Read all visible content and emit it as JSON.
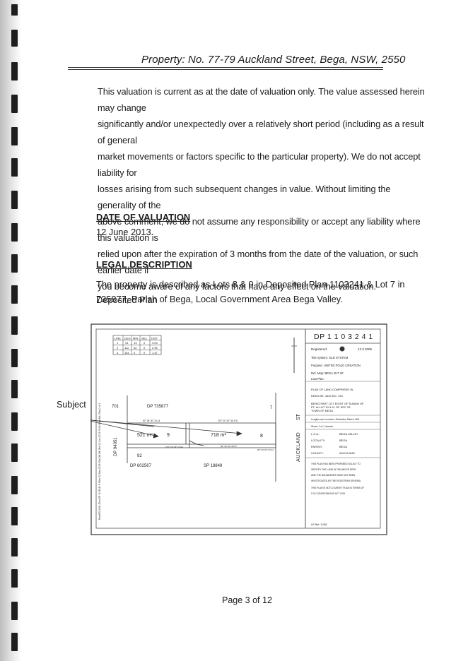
{
  "header": {
    "property": "Property:  No. 77-79 Auckland Street, Bega, NSW, 2550"
  },
  "disclaimer": {
    "lines": [
      "This valuation is current as at the date of valuation only.  The value assessed herein may change",
      "significantly and/or unexpectedly over a relatively short period (including as a result of general",
      "market movements or factors specific to the particular property).  We do not accept liability for",
      "losses arising from such subsequent changes in value.  Without limiting the generality of the",
      "above comment, we do not assume any responsibility or accept any liability where this valuation is",
      "relied upon after the expiration of 3 months from the date of the valuation, or such earlier date if",
      "you become aware of any factors that have any effect on the valuation."
    ]
  },
  "date_of_valuation": {
    "title": "DATE OF VALUATION",
    "value": "12 June 2013."
  },
  "legal_description": {
    "title": "LEGAL DESCRIPTION",
    "lines": [
      "The property is described as Lots 8 & 9 in Deposited Plan 1103241 & Lot 7 in Deposited Plan",
      "735877, Parish of Bega, Local Government Area Bega Valley."
    ]
  },
  "plan": {
    "subject_label": "Subject",
    "dp_number": "DP  1 1 0 3 2 4 1",
    "registered_label": "Registered:",
    "registered_date": "13.3.2006",
    "title_system": "Title System:  OLD SYSTEM",
    "purpose": "Purpose:  UNITED FOLIO CREATION",
    "ref_map": "Ref. Map:       BEGA 2HT 3#",
    "last_plan": "Last Plan:",
    "plan_of_land": "PLAN OF LAND COMPRISED IN",
    "deed": "DEED BK. 3440  NO. 193",
    "being_part": "BEING PART LOT EIGHT OF SUBDN OF",
    "allot": "PT. ALLOT 10 & 11 OF SEC 33",
    "town": "TOWN OF BEGA",
    "lengths": "Lengths are in metres.  Reduction Ratio  1:500",
    "sheet": "Sheet   1     of     1     sheets",
    "lga_label": "L.G.A.:",
    "lga_value": "BEGA VALLEY",
    "locality_label": "LOCALITY:",
    "locality_value": "BEGA",
    "parish_label": "PARISH:",
    "parish_value": "BEGA",
    "county_label": "COUNTY:",
    "county_value": "AUCKLAND",
    "note_lines": [
      "THIS PLAN HAS BEEN PREPARED SOLELY TO",
      "IDENTIFY THE LAND IN THE ABOVE DEED",
      "AND THE BOUNDARIES HAVE NOT BEEN",
      "INVESTIGATED BY THE REGISTRAR GENERAL",
      "THIS PLAN IS NOT A SURVEY PLAN IN TERMS OF",
      "S.24 CONVEYANCING ACT 1919"
    ],
    "lr_ref": "LR Ref:  11381",
    "bearing_table": {
      "headers": [
        "LINE",
        "DEG",
        "MIN",
        "SEC",
        "DIST"
      ],
      "rows": [
        [
          "1",
          "91",
          "13",
          "0",
          "4.03"
        ],
        [
          "2",
          "112",
          "42",
          "0",
          "2.95"
        ],
        [
          "3",
          "181",
          "0",
          "0",
          "1.47"
        ]
      ]
    },
    "lots": {
      "lot_701": "701",
      "dp_735877": "DP  735877",
      "lot_7": "7",
      "lot_9": "9",
      "lot_8": "8",
      "area_9": "521 m²",
      "area_8": "718 m²",
      "lot_92": "92",
      "dp_602567": "DP  602567",
      "sp_18849": "SP  18849",
      "dp_94051": "DP  94051",
      "auckland": "AUCKLAND",
      "st": "ST"
    },
    "bearings": {
      "b_top_left": "90° 28' 30\"   24.14",
      "b_top_right": "270° 20' 20\"   30.175",
      "b_mid_left": "270° 20' 00\"   18.94",
      "b_mid_right": "90° 20' 20\"   20.57",
      "b_low_right": "90° 20' 00\"   22.42"
    },
    "margin_text": "Req:R311341 /Doc:DP 1103241 P /Rev:20-Mar-2006 /Sts:OK.OK /Prt:12-Jun-2013 09:18 /Pgs:ALL /Seq:1 of 1"
  },
  "footer": {
    "page": "Page 3 of 12"
  }
}
